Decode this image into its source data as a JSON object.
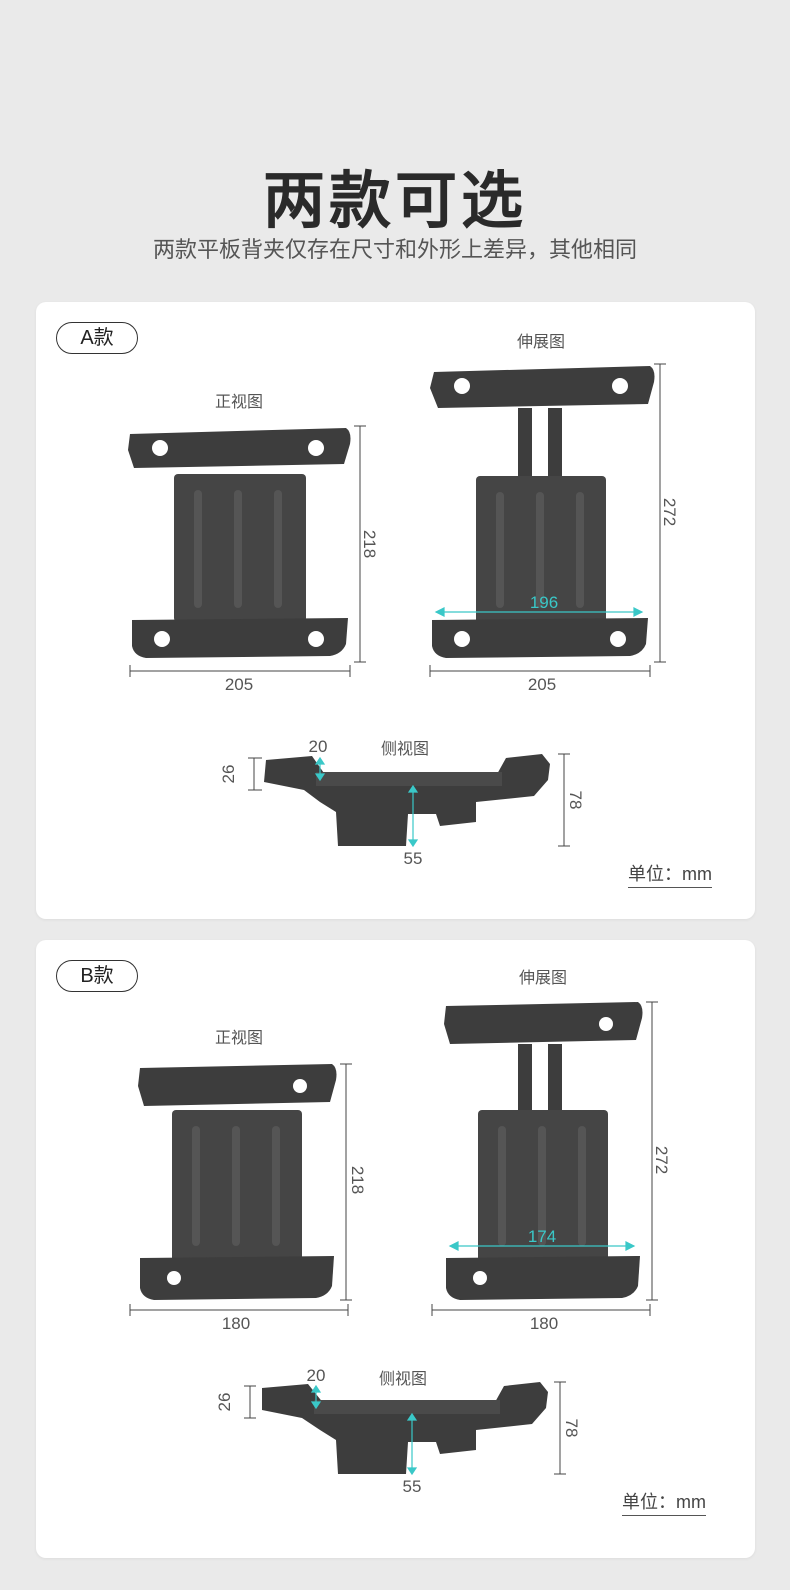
{
  "header": {
    "title": "两款可选",
    "subtitle": "两款平板背夹仅存在尺寸和外形上差异，其他相同"
  },
  "models": [
    {
      "badge": "A款",
      "front_label": "正视图",
      "extended_label": "伸展图",
      "side_label": "侧视图",
      "front_height": "218",
      "front_width": "205",
      "extended_height": "272",
      "extended_width": "205",
      "extended_inner_width": "196",
      "side_top": "20",
      "side_left": "26",
      "side_height": "78",
      "side_depth": "55",
      "unit": "单位：mm"
    },
    {
      "badge": "B款",
      "front_label": "正视图",
      "extended_label": "伸展图",
      "side_label": "侧视图",
      "front_height": "218",
      "front_width": "180",
      "extended_height": "272",
      "extended_width": "180",
      "extended_inner_width": "174",
      "side_top": "20",
      "side_left": "26",
      "side_height": "78",
      "side_depth": "55",
      "unit": "单位：mm"
    }
  ],
  "colors": {
    "background": "#eaeaea",
    "card": "#ffffff",
    "product": "#3d3d3d",
    "dimension_accent": "#3ac8c8"
  }
}
